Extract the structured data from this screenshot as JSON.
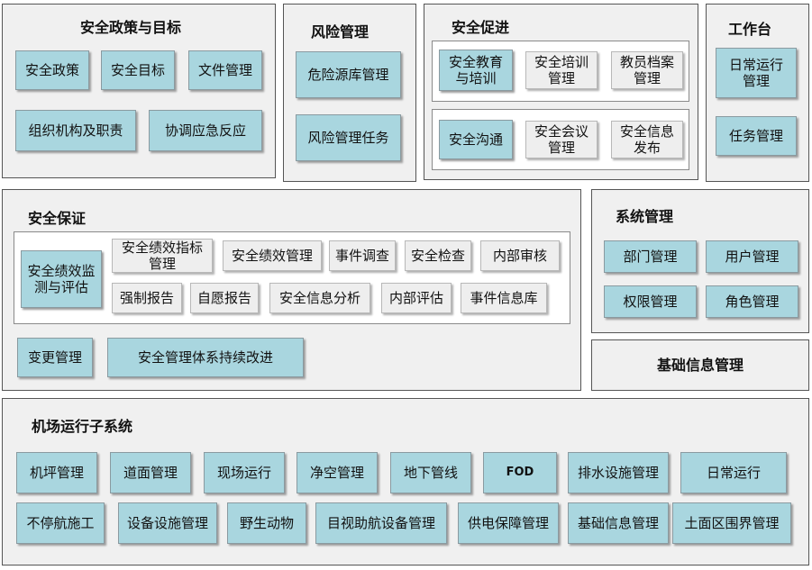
{
  "policy": {
    "title": "安全政策与目标",
    "items": [
      "安全政策",
      "安全目标",
      "文件管理",
      "组织机构及职责",
      "协调应急反应"
    ]
  },
  "risk": {
    "title": "风险管理",
    "items": [
      "危险源库管理",
      "风险管理任务"
    ]
  },
  "promotion": {
    "title": "安全促进",
    "items": [
      "安全教育与培训",
      "安全培训管理",
      "教员档案管理",
      "安全沟通",
      "安全会议管理",
      "安全信息发布"
    ]
  },
  "workbench": {
    "title": "工作台",
    "items": [
      "日常运行管理",
      "任务管理"
    ]
  },
  "assurance": {
    "title": "安全保证",
    "main": "安全绩效监测与评估",
    "items": [
      "安全绩效指标管理",
      "安全绩效管理",
      "事件调查",
      "安全检查",
      "内部审核",
      "强制报告",
      "自愿报告",
      "安全信息分析",
      "内部评估",
      "事件信息库"
    ],
    "bottom": [
      "变更管理",
      "安全管理体系持续改进"
    ]
  },
  "system": {
    "title": "系统管理",
    "items": [
      "部门管理",
      "用户管理",
      "权限管理",
      "角色管理"
    ]
  },
  "basic_info": {
    "title": "基础信息管理"
  },
  "airport": {
    "title": "机场运行子系统",
    "items": [
      "机坪管理",
      "道面管理",
      "现场运行",
      "净空管理",
      "地下管线",
      "FOD",
      "排水设施管理",
      "日常运行",
      "不停航施工",
      "设备设施管理",
      "野生动物",
      "目视助航设备管理",
      "供电保障管理",
      "基础信息管理",
      "土面区围界管理"
    ]
  },
  "colors": {
    "module_blue": "#a9d6df",
    "module_light": "#eeeeee",
    "panel_bg": "#f0f0f0"
  }
}
